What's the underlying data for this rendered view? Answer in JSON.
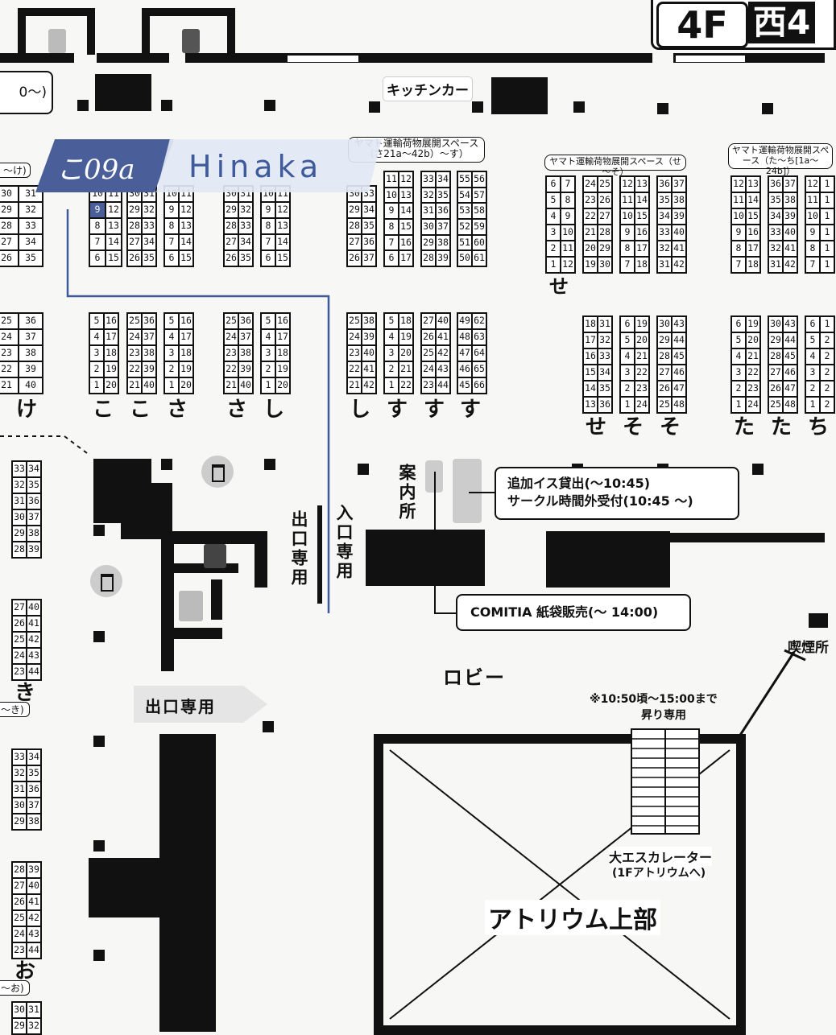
{
  "floor": {
    "number": "4F",
    "hall": "西4"
  },
  "top_left_fragment": "0～)",
  "kitchen_car": "キッチンカー",
  "yamato_spaces": [
    "ヤマト運輸荷物展開スペース（さ21a～42b）～す）",
    "ヤマト運輸荷物展開スペース（せ～そ）",
    "ヤマト運輸荷物展開スペース（た～ち[1a～24b]）"
  ],
  "highlight": {
    "circle_code": "こ09a",
    "circle_name": "Hinaka",
    "booth": "9"
  },
  "row_labels": [
    "け",
    "こ",
    "こ",
    "さ",
    "さ",
    "し",
    "し",
    "す",
    "す",
    "す",
    "せ",
    "せ",
    "そ",
    "そ",
    "た",
    "た",
    "ち",
    "き",
    "お"
  ],
  "section_edge_labels": [
    "～け)",
    "～き)",
    "～お)"
  ],
  "signs": {
    "exit_only_v": "出口専用",
    "entrance_only_v": "入口専用",
    "exit_only_h": "出口専用",
    "information": "案内所",
    "lobby": "ロビー",
    "smoking": "喫煙所",
    "atrium": "アトリウム上部",
    "escalator_note": "※10:50頃～15:00まで",
    "escalator_note2": "昇り専用",
    "escalator_name": "大エスカレーター",
    "escalator_sub": "(1Fアトリウムへ)"
  },
  "callouts": {
    "chairs_line1": "追加イス貸出(～10:45)",
    "chairs_line2": "サークル時間外受付(10:45 ～)",
    "comitia": "COMITIA 紙袋販売(～ 14:00)"
  },
  "booth_grids": {
    "g_ke_top": [
      "30",
      "31",
      "29",
      "32",
      "28",
      "33",
      "27",
      "34",
      "26",
      "35"
    ],
    "g_ko1_top": [
      "10",
      "11",
      "9",
      "12",
      "8",
      "13",
      "7",
      "14",
      "6",
      "15"
    ],
    "g_ko2_top": [
      "30",
      "31",
      "29",
      "32",
      "28",
      "33",
      "27",
      "34",
      "26",
      "35"
    ],
    "g_sa1_top": [
      "10",
      "11",
      "9",
      "12",
      "8",
      "13",
      "7",
      "14",
      "6",
      "15"
    ],
    "g_sa2_top": [
      "30",
      "31",
      "29",
      "32",
      "28",
      "33",
      "27",
      "34",
      "26",
      "35"
    ],
    "g_shi_top": [
      "10",
      "11",
      "9",
      "12",
      "8",
      "13",
      "7",
      "14",
      "6",
      "15"
    ],
    "g_shi2_top": [
      "30",
      "33",
      "29",
      "34",
      "28",
      "35",
      "27",
      "36",
      "26",
      "37"
    ],
    "g_su1_top": [
      "11",
      "12",
      "10",
      "13",
      "9",
      "14",
      "8",
      "15",
      "7",
      "16",
      "6",
      "17"
    ],
    "g_su2_top": [
      "33",
      "34",
      "32",
      "35",
      "31",
      "36",
      "30",
      "37",
      "29",
      "38",
      "28",
      "39"
    ],
    "g_su3_top": [
      "55",
      "56",
      "54",
      "57",
      "53",
      "58",
      "52",
      "59",
      "51",
      "60",
      "50",
      "61"
    ],
    "g_se1_top": [
      "6",
      "7",
      "5",
      "8",
      "4",
      "9",
      "3",
      "10",
      "2",
      "11",
      "1",
      "12"
    ],
    "g_se2_top": [
      "24",
      "25",
      "23",
      "26",
      "22",
      "27",
      "21",
      "28",
      "20",
      "29",
      "19",
      "30"
    ],
    "g_so1_top": [
      "12",
      "13",
      "11",
      "14",
      "10",
      "15",
      "9",
      "16",
      "8",
      "17",
      "7",
      "18"
    ],
    "g_so2_top": [
      "36",
      "37",
      "35",
      "38",
      "34",
      "39",
      "33",
      "40",
      "32",
      "41",
      "31",
      "42"
    ],
    "g_ta1_top": [
      "12",
      "13",
      "11",
      "14",
      "10",
      "15",
      "9",
      "16",
      "8",
      "17",
      "7",
      "18"
    ],
    "g_ta2_top": [
      "36",
      "37",
      "35",
      "38",
      "34",
      "39",
      "33",
      "40",
      "32",
      "41",
      "31",
      "42"
    ],
    "g_chi_top": [
      "12",
      "1",
      "11",
      "1",
      "10",
      "1",
      "9",
      "1",
      "8",
      "1",
      "7",
      "1"
    ],
    "g_ke_bot": [
      "25",
      "36",
      "24",
      "37",
      "23",
      "38",
      "22",
      "39",
      "21",
      "40"
    ],
    "g_ko1_bot": [
      "5",
      "16",
      "4",
      "17",
      "3",
      "18",
      "2",
      "19",
      "1",
      "20"
    ],
    "g_ko2_bot": [
      "25",
      "36",
      "24",
      "37",
      "23",
      "38",
      "22",
      "39",
      "21",
      "40"
    ],
    "g_sa1_bot": [
      "5",
      "16",
      "4",
      "17",
      "3",
      "18",
      "2",
      "19",
      "1",
      "20"
    ],
    "g_sa2_bot": [
      "25",
      "36",
      "24",
      "37",
      "23",
      "38",
      "22",
      "39",
      "21",
      "40"
    ],
    "g_shi_bot": [
      "5",
      "16",
      "4",
      "17",
      "3",
      "18",
      "2",
      "19",
      "1",
      "20"
    ],
    "g_shi2_bot": [
      "25",
      "38",
      "24",
      "39",
      "23",
      "40",
      "22",
      "41",
      "21",
      "42"
    ],
    "g_su1_bot": [
      "5",
      "18",
      "4",
      "19",
      "3",
      "20",
      "2",
      "21",
      "1",
      "22"
    ],
    "g_su2_bot": [
      "27",
      "40",
      "26",
      "41",
      "25",
      "42",
      "24",
      "43",
      "23",
      "44"
    ],
    "g_su3_bot": [
      "49",
      "62",
      "48",
      "63",
      "47",
      "64",
      "46",
      "65",
      "45",
      "66"
    ],
    "g_se_bot": [
      "18",
      "31",
      "17",
      "32",
      "16",
      "33",
      "15",
      "34",
      "14",
      "35",
      "13",
      "36"
    ],
    "g_so1_bot": [
      "6",
      "19",
      "5",
      "20",
      "4",
      "21",
      "3",
      "22",
      "2",
      "23",
      "1",
      "24"
    ],
    "g_so2_bot": [
      "30",
      "43",
      "29",
      "44",
      "28",
      "45",
      "27",
      "46",
      "26",
      "47",
      "25",
      "48"
    ],
    "g_ta1_bot": [
      "6",
      "19",
      "5",
      "20",
      "4",
      "21",
      "3",
      "22",
      "2",
      "23",
      "1",
      "24"
    ],
    "g_ta2_bot": [
      "30",
      "43",
      "29",
      "44",
      "28",
      "45",
      "27",
      "46",
      "26",
      "47",
      "25",
      "48"
    ],
    "g_chi_bot": [
      "6",
      "1",
      "5",
      "2",
      "4",
      "2",
      "3",
      "2",
      "2",
      "2",
      "1",
      "2"
    ],
    "g_ki_top": [
      "33",
      "34",
      "32",
      "35",
      "31",
      "36",
      "30",
      "37",
      "29",
      "38",
      "28",
      "39"
    ],
    "g_ki_bot": [
      "27",
      "40",
      "26",
      "41",
      "25",
      "42",
      "24",
      "43",
      "23",
      "44"
    ],
    "g_o_top": [
      "33",
      "34",
      "32",
      "35",
      "31",
      "36",
      "30",
      "37",
      "29",
      "38"
    ],
    "g_o_bot": [
      "28",
      "39",
      "27",
      "40",
      "26",
      "41",
      "25",
      "42",
      "24",
      "43",
      "23",
      "44"
    ],
    "g_o_last": [
      "30",
      "31",
      "29",
      "32"
    ]
  }
}
